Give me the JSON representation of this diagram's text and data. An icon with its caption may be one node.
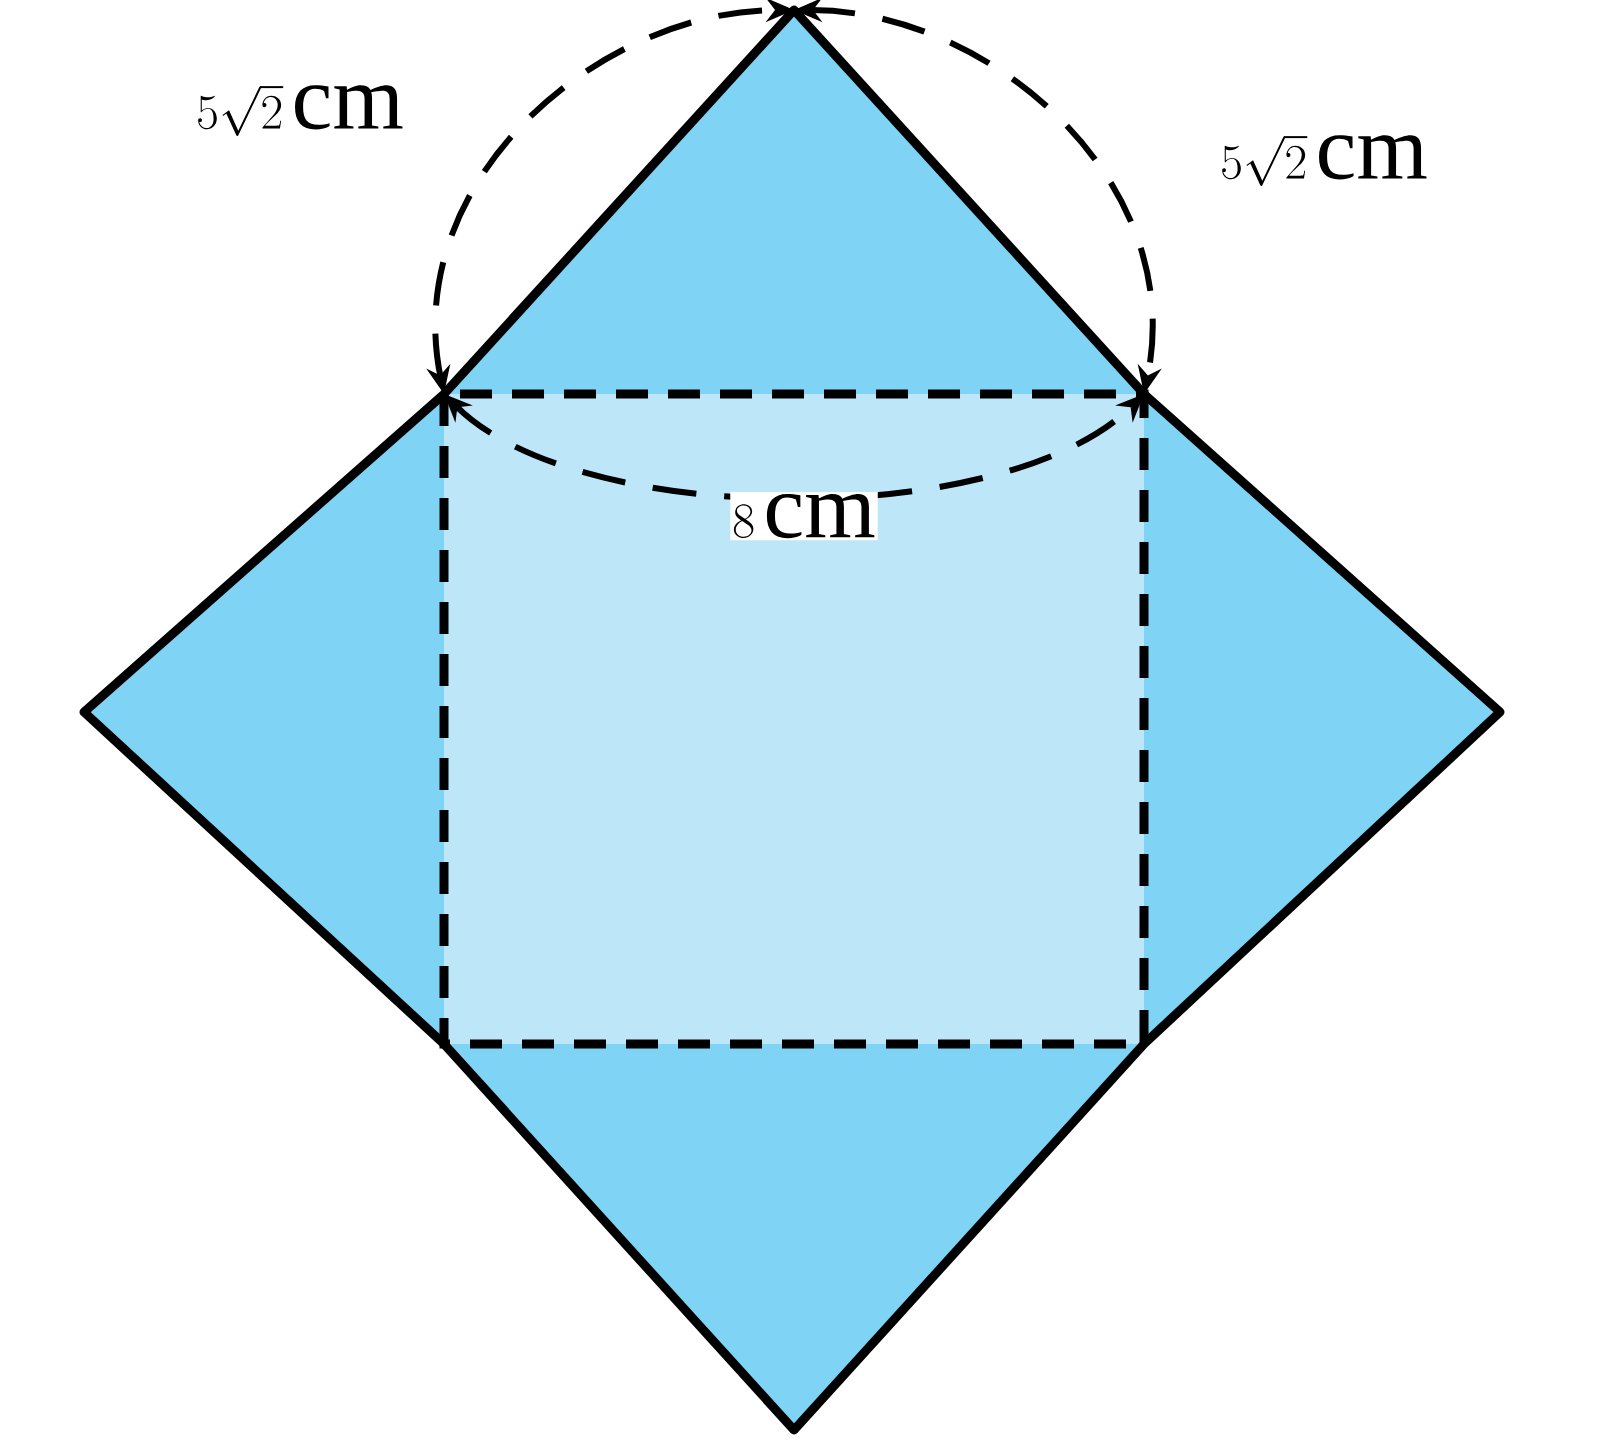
{
  "diagram": {
    "labels": [
      "5\\sqrt{2}\\,\\mathrm{cm}",
      "5\\sqrt{2}\\,\\mathrm{cm}",
      "8\\,\\mathrm{cm}"
    ]
  }
}
